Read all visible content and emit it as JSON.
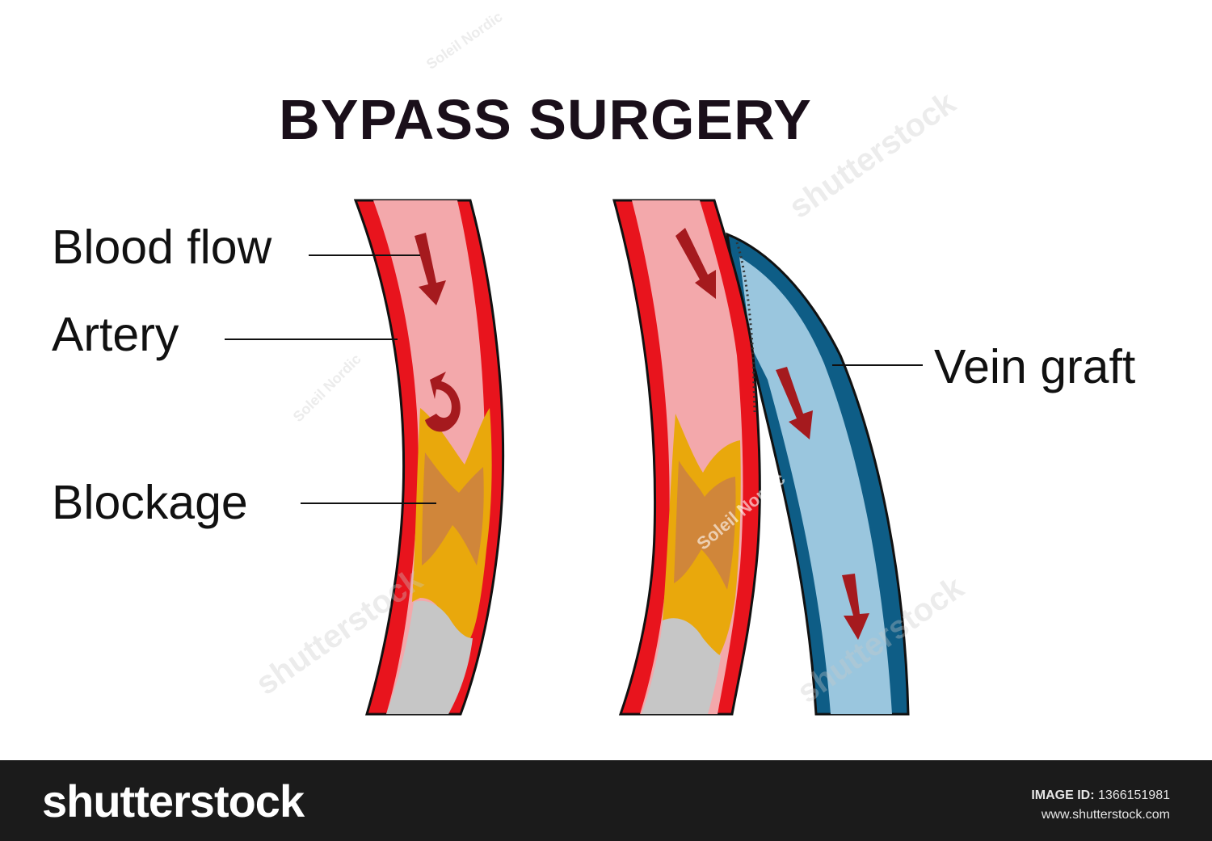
{
  "title": "BYPASS SURGERY",
  "labels": {
    "blood_flow": "Blood flow",
    "artery": "Artery",
    "blockage": "Blockage",
    "vein_graft": "Vein graft"
  },
  "watermarks": {
    "brand_small": "shutterstock",
    "author": "Soleil Nordic"
  },
  "footer": {
    "brand": "shutterstock",
    "image_id_label": "IMAGE ID:",
    "image_id": "1366151981",
    "url": "www.shutterstock.com"
  },
  "colors": {
    "artery_wall": "#e8141d",
    "lumen": "#f3a8ab",
    "plaque_yellow": "#e9a80c",
    "plaque_orange": "#d0863a",
    "clot_gray": "#c6c6c6",
    "vein_wall": "#0e5d86",
    "vein_lumen": "#9ac6de",
    "arrow": "#a51a1e"
  }
}
